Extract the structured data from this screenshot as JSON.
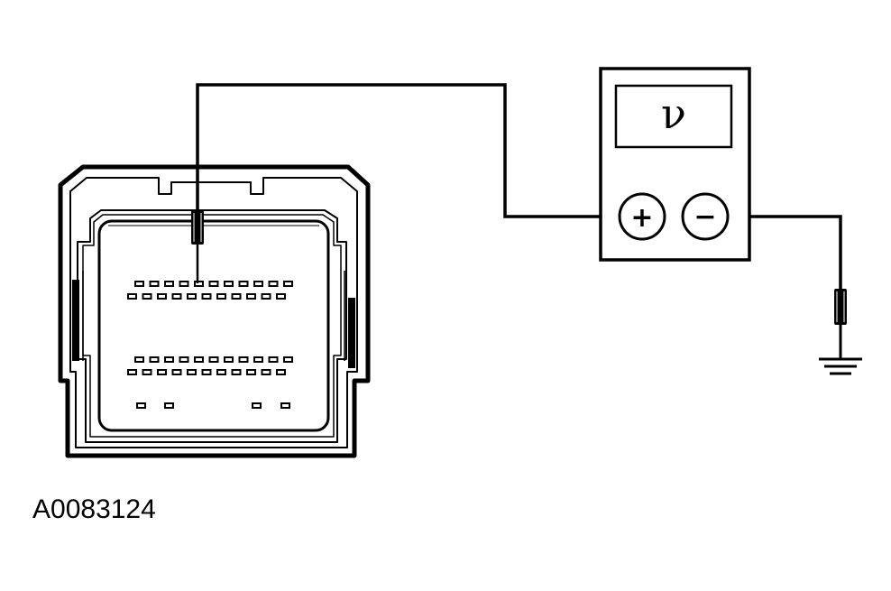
{
  "diagram": {
    "figure_id": "A0083124",
    "meter": {
      "display_symbol": "ν",
      "positive_label": "+",
      "negative_label": "−"
    },
    "connector": {
      "top_row_pins": 11,
      "second_row_pins": 11,
      "third_row_pins": 11,
      "fourth_row_pins": 11,
      "bottom_row_pins": 4
    },
    "colors": {
      "stroke": "#000000",
      "background": "#ffffff"
    }
  }
}
